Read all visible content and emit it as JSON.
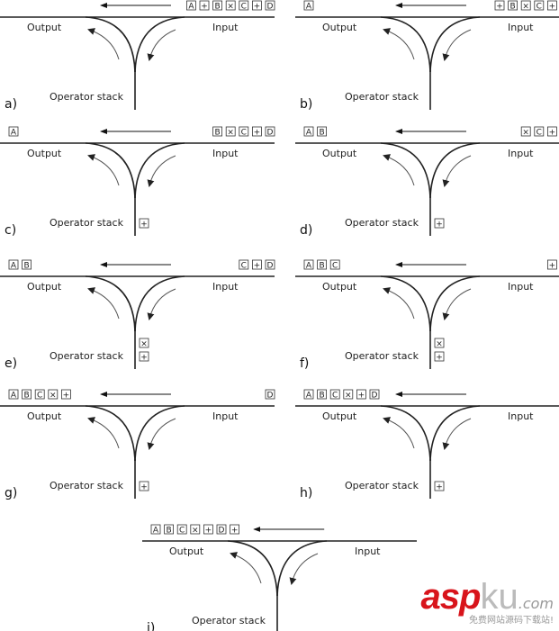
{
  "labels": {
    "output": "Output",
    "input": "Input",
    "stack": "Operator stack"
  },
  "panels": [
    {
      "letter": "a)",
      "output": [],
      "input": [
        "A",
        "+",
        "B",
        "×",
        "C",
        "+",
        "D"
      ],
      "stack": []
    },
    {
      "letter": "b)",
      "output": [
        "A"
      ],
      "input": [
        "+",
        "B",
        "×",
        "C",
        "+",
        "D"
      ],
      "stack": []
    },
    {
      "letter": "c)",
      "output": [
        "A"
      ],
      "input": [
        "B",
        "×",
        "C",
        "+",
        "D"
      ],
      "stack": [
        "+"
      ]
    },
    {
      "letter": "d)",
      "output": [
        "A",
        "B"
      ],
      "input": [
        "×",
        "C",
        "+",
        "D"
      ],
      "stack": [
        "+"
      ]
    },
    {
      "letter": "e)",
      "output": [
        "A",
        "B"
      ],
      "input": [
        "C",
        "+",
        "D"
      ],
      "stack": [
        "+",
        "×"
      ]
    },
    {
      "letter": "f)",
      "output": [
        "A",
        "B",
        "C"
      ],
      "input": [
        "+",
        "D"
      ],
      "stack": [
        "+",
        "×"
      ]
    },
    {
      "letter": "g)",
      "output": [
        "A",
        "B",
        "C",
        "×",
        "+"
      ],
      "input": [
        "D"
      ],
      "stack": [
        "+"
      ]
    },
    {
      "letter": "h)",
      "output": [
        "A",
        "B",
        "C",
        "×",
        "+",
        "D"
      ],
      "input": [],
      "stack": [
        "+"
      ]
    },
    {
      "letter": "i)",
      "output": [
        "A",
        "B",
        "C",
        "×",
        "+",
        "D",
        "+"
      ],
      "input": [],
      "stack": []
    }
  ],
  "watermark": {
    "brand": "asp",
    "brand2": "ku",
    "tld": ".com",
    "tagline": "免费网站源码下载站!"
  },
  "colors": {
    "line": "#222222",
    "arrow": "#555555",
    "watermark": "#d8141b"
  }
}
